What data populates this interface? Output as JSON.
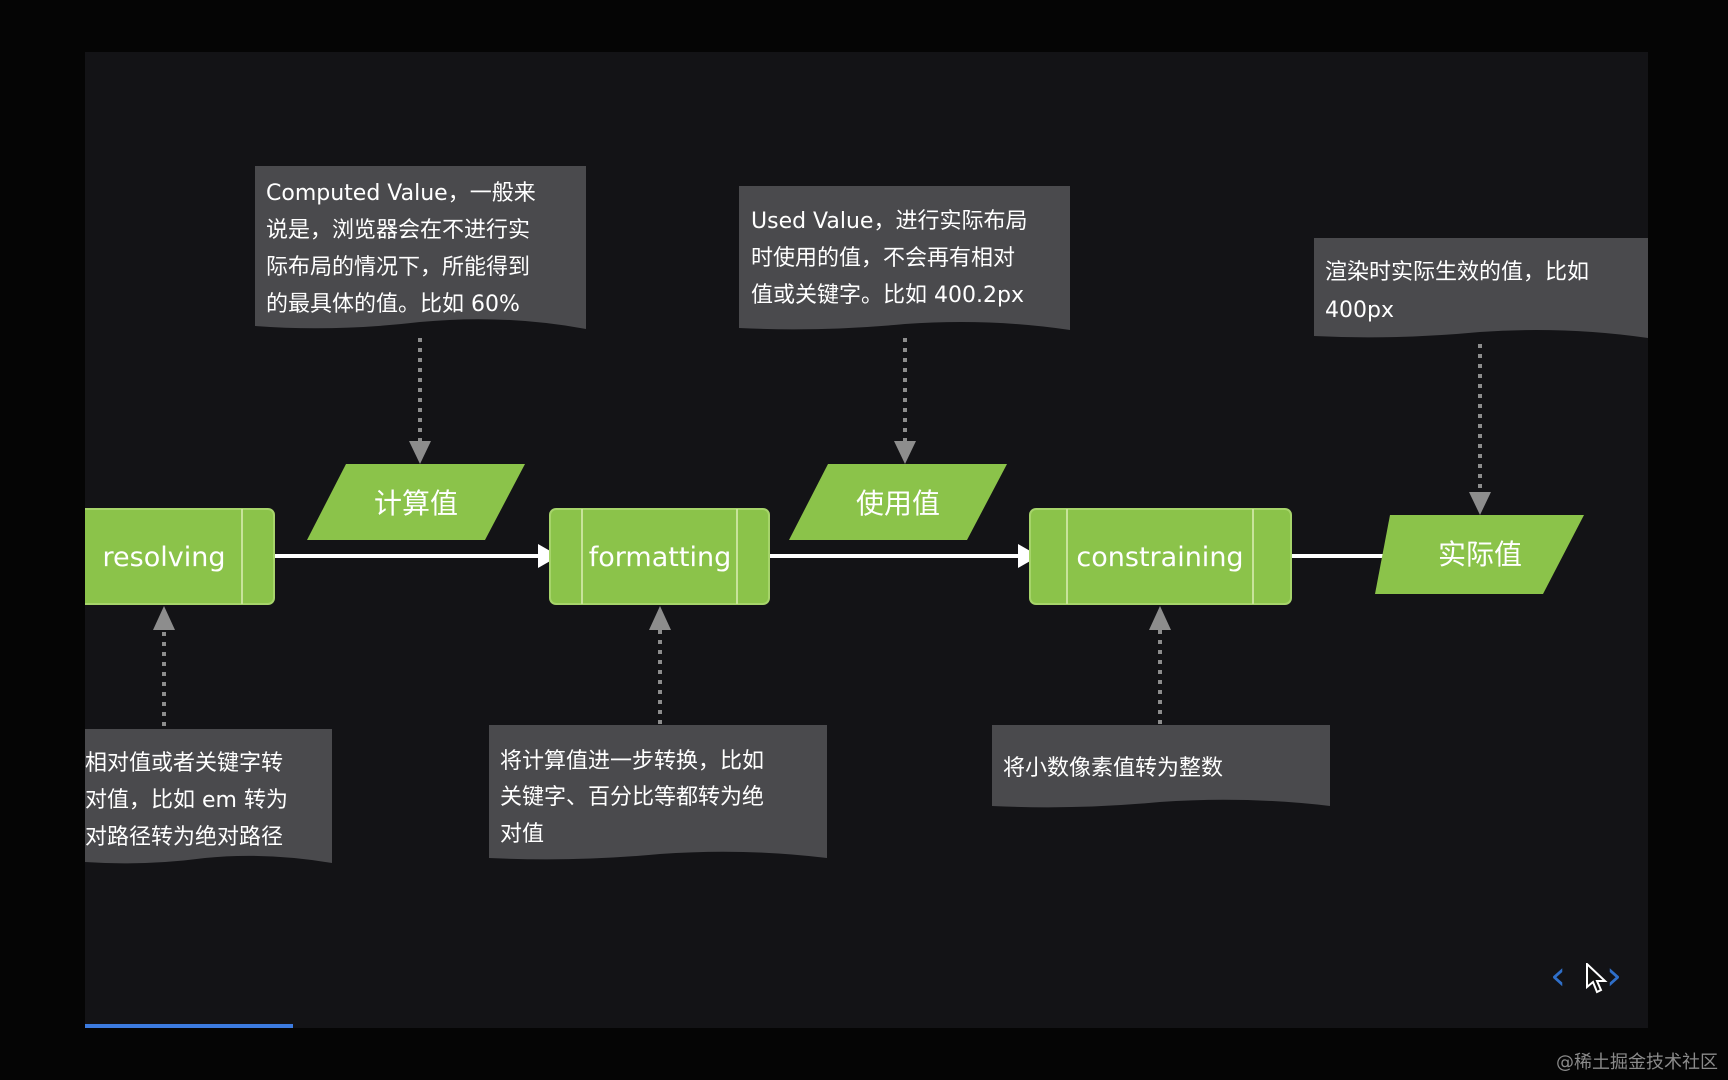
{
  "colors": {
    "process_fill": "#8bc34a",
    "process_stroke": "#a6d46a",
    "note_fill": "#4a4a4d",
    "arrow": "#ffffff",
    "dotted": "#8d8d8d",
    "nav": "#2f6fc9"
  },
  "processes": {
    "resolving": "resolving",
    "formatting": "formatting",
    "constraining": "constraining"
  },
  "values": {
    "computed": "计算值",
    "used": "使用值",
    "actual": "实际值"
  },
  "notes": {
    "computed": [
      "Computed Value，一般来",
      "说是，浏览器会在不进行实",
      "际布局的情况下，所能得到",
      "的最具体的值。比如 60%"
    ],
    "used": [
      "Used Value，进行实际布局",
      "时使用的值，不会再有相对",
      "值或关键字。比如 400.2px"
    ],
    "actual": [
      "渲染时实际生效的值，比如",
      "400px"
    ],
    "resolving": [
      "相对值或者关键字转",
      "对值，比如 em 转为",
      "对路径转为绝对路径"
    ],
    "formatting": [
      "将计算值进一步转换，比如",
      "关键字、百分比等都转为绝",
      "对值"
    ],
    "constraining": [
      "将小数像素值转为整数"
    ]
  },
  "navigation": {
    "prev_icon": "chevron-left-icon",
    "next_icon": "chevron-right-icon",
    "prev_glyph": "‹",
    "next_glyph": "›"
  },
  "progress": {
    "fraction": 0.133
  },
  "watermark": "@稀土掘金技术社区"
}
